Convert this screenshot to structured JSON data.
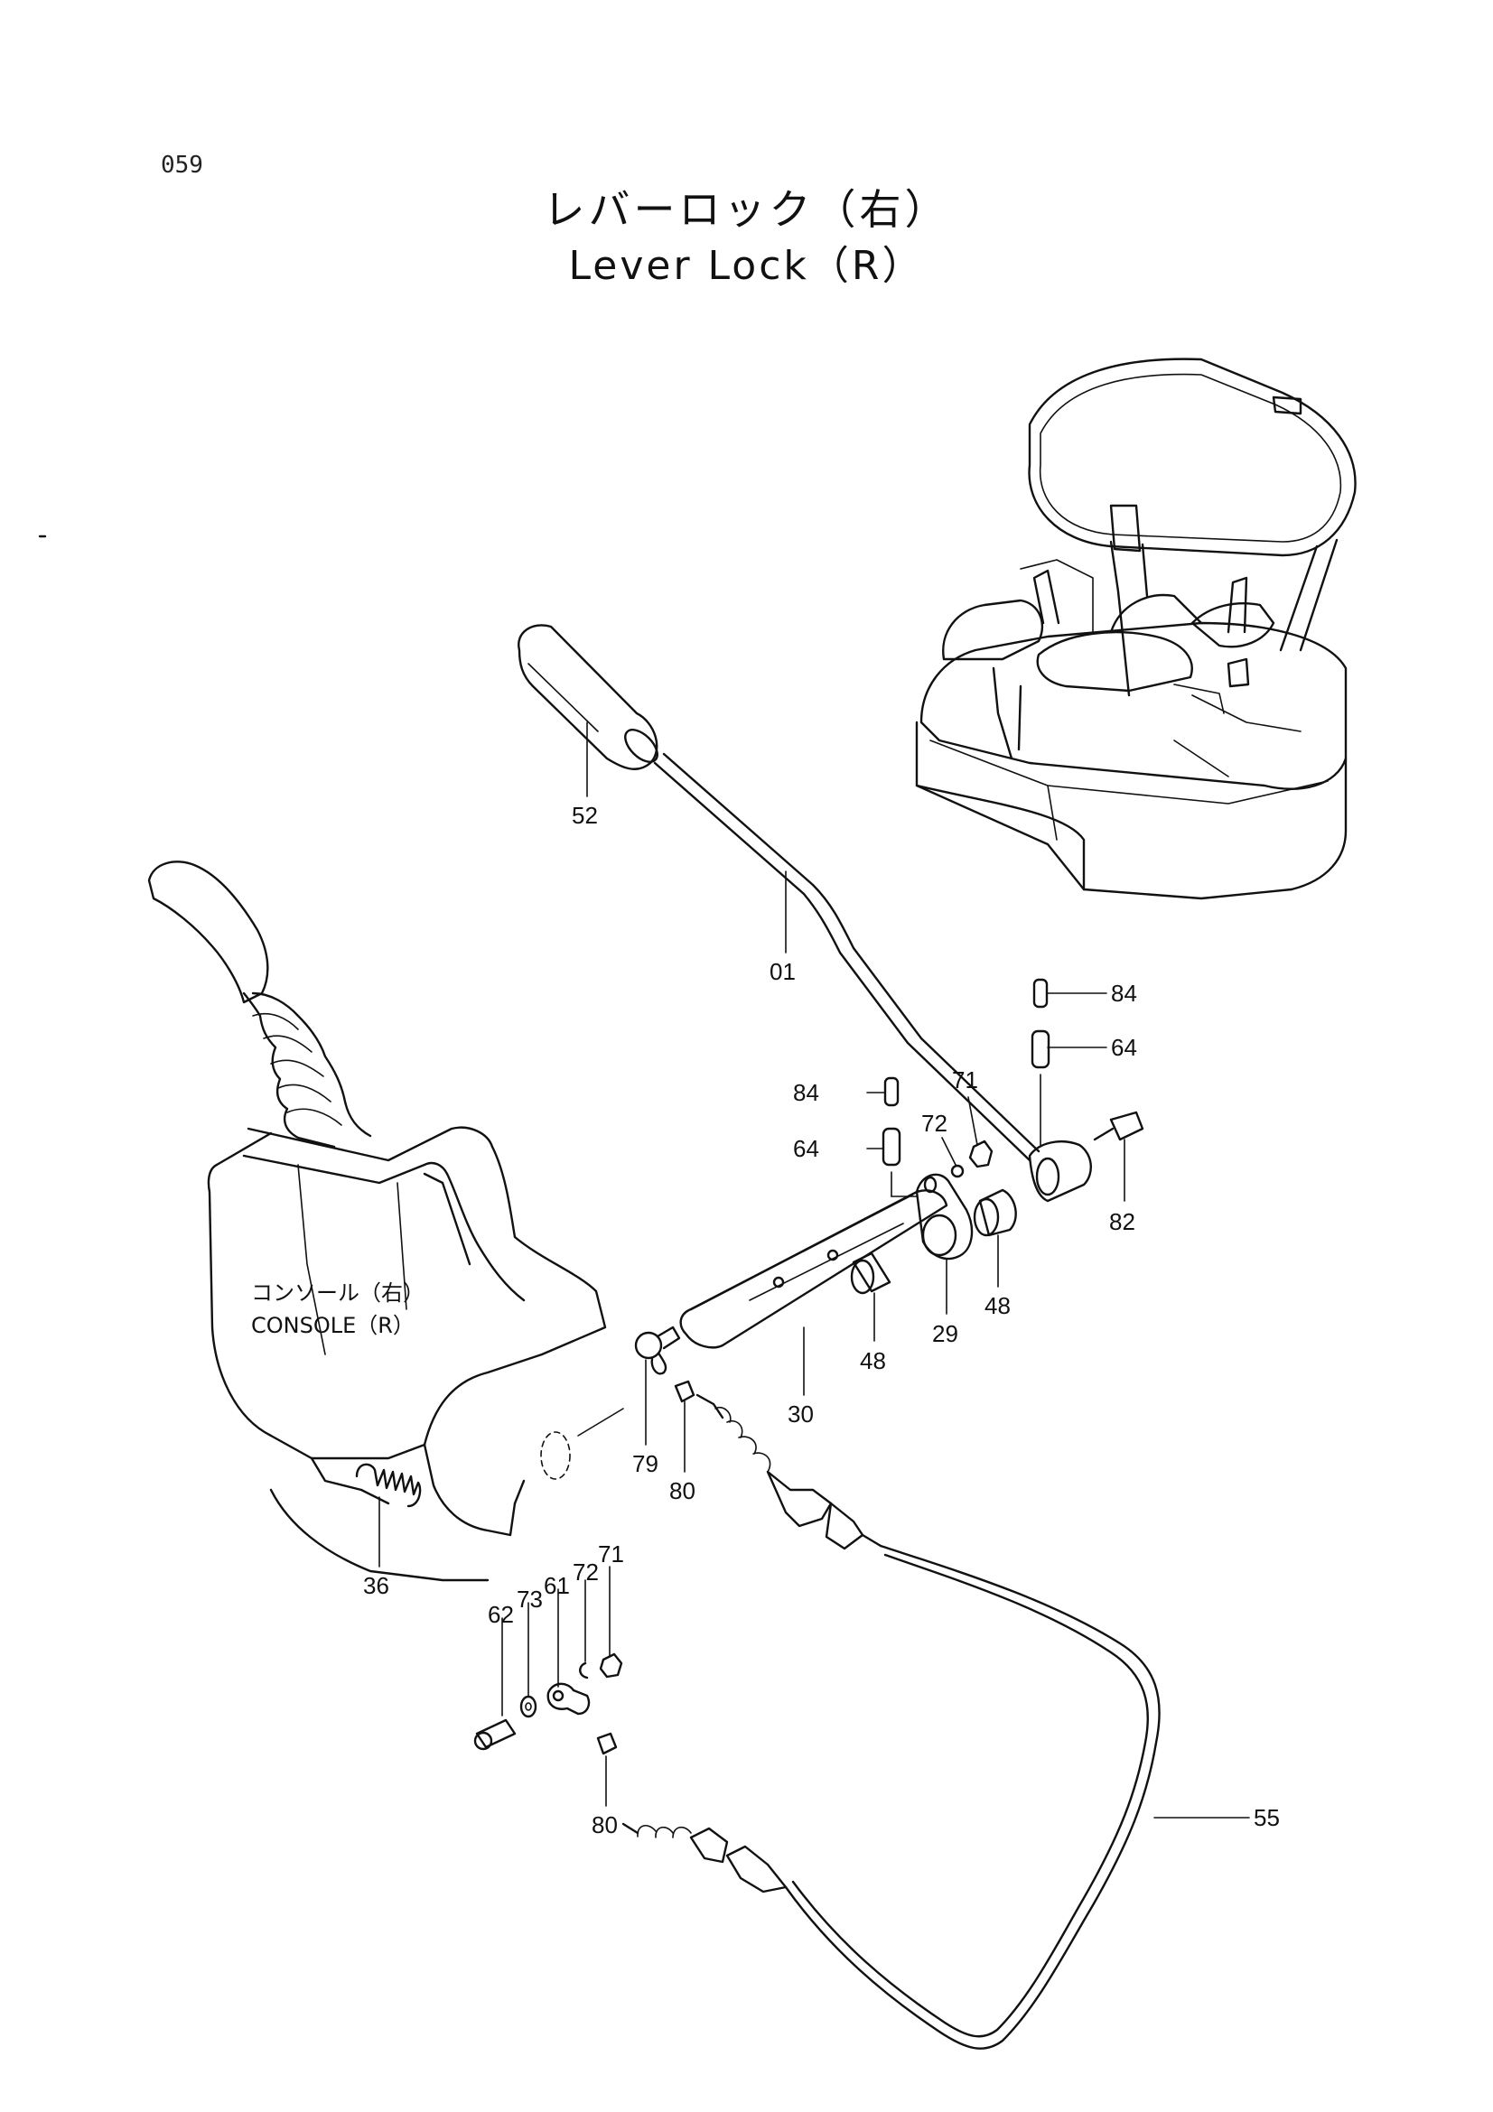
{
  "page_number": "059",
  "title": {
    "japanese": "レバーロック（右）",
    "english": "Lever Lock（R）"
  },
  "console_label": {
    "japanese": "コンソール（右）",
    "english": "CONSOLE（R）"
  },
  "callouts": {
    "c52": "52",
    "c01": "01",
    "c84a": "84",
    "c64a": "64",
    "c84b": "84",
    "c64b": "64",
    "c72a": "72",
    "c71a": "71",
    "c82": "82",
    "c48a": "48",
    "c29": "29",
    "c48b": "48",
    "c30": "30",
    "c79": "79",
    "c80a": "80",
    "c36": "36",
    "c62": "62",
    "c73": "73",
    "c61": "61",
    "c72b": "72",
    "c71b": "71",
    "c80b": "80",
    "c55": "55"
  }
}
